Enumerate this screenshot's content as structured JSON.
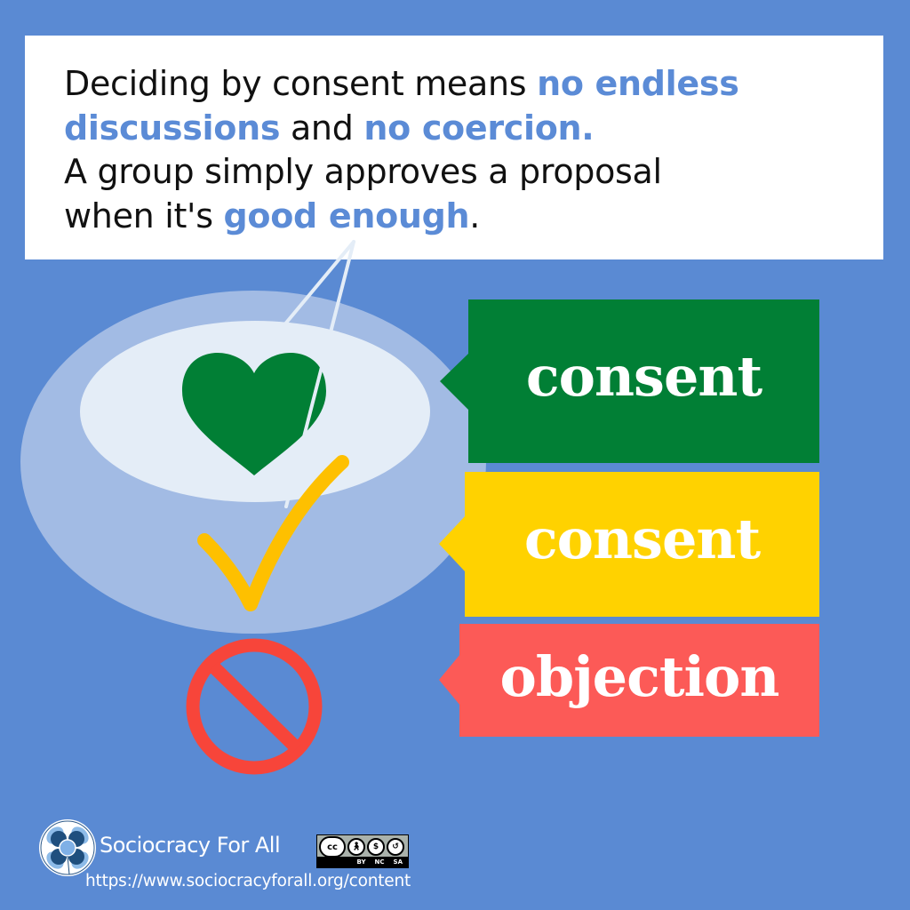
{
  "intro": {
    "line1_a": "Deciding by consent means ",
    "line1_b": "no endless",
    "line2_a": "discussions",
    "line2_b": " and ",
    "line2_c": "no coercion",
    "line2_d": ".",
    "line3": "A group simply approves a proposal",
    "line4_a": "when it's ",
    "line4_b": "good enough",
    "line4_c": "."
  },
  "levels": [
    {
      "icon": "heart-icon",
      "label": "consent",
      "color": "#017f35"
    },
    {
      "icon": "check-icon",
      "label": "consent",
      "color": "#ffd200"
    },
    {
      "icon": "no-sign-icon",
      "label": "objection",
      "color": "#fc5a57"
    }
  ],
  "colors": {
    "background": "#5a8ad3",
    "highlight": "#5b8bd6",
    "outer_oval": "#a2bbe4",
    "inner_oval": "#e4edf7",
    "heart": "#017f35",
    "check": "#fec000",
    "no_sign": "#f7453a"
  },
  "footer": {
    "brand": "Sociocracy For All",
    "url": "https://www.sociocracyforall.org/content",
    "license": {
      "cc": "cc",
      "by": "BY",
      "nc": "NC",
      "sa": "SA"
    }
  }
}
